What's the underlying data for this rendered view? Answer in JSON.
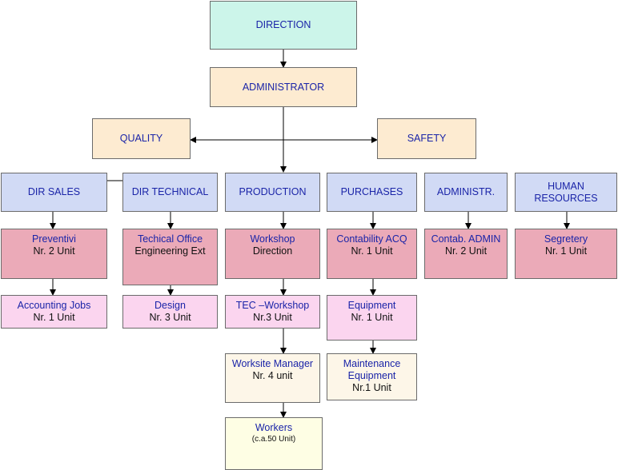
{
  "direction": {
    "label": "DIRECTION"
  },
  "administrator": {
    "label": "ADMINISTRATOR"
  },
  "quality": {
    "label": "QUALITY"
  },
  "safety": {
    "label": "SAFETY"
  },
  "departments": [
    {
      "label": "DIR SALES"
    },
    {
      "label": "DIR TECHNICAL"
    },
    {
      "label": "PRODUCTION"
    },
    {
      "label": "PURCHASES"
    },
    {
      "label": "ADMINISTR."
    },
    {
      "label": "HUMAN RESOURCES"
    }
  ],
  "units_level1": [
    {
      "title": "Preventivi",
      "detail": "Nr. 2 Unit"
    },
    {
      "title": "Techical Office",
      "detail": "Engineering Ext"
    },
    {
      "title": "Workshop",
      "detail": "Direction"
    },
    {
      "title": "Contability ACQ",
      "detail": "Nr. 1 Unit"
    },
    {
      "title": "Contab. ADMIN",
      "detail": "Nr. 2 Unit"
    },
    {
      "title": "Segretery",
      "detail": "Nr. 1 Unit"
    }
  ],
  "units_level2": [
    {
      "title": "Accounting Jobs",
      "detail": "Nr. 1 Unit"
    },
    {
      "title": "Design",
      "detail": "Nr. 3 Unit"
    },
    {
      "title": "TEC –Workshop",
      "detail": "Nr.3 Unit"
    },
    {
      "title": "Equipment",
      "detail": "Nr. 1 Unit"
    }
  ],
  "worksite_manager": {
    "title": "Worksite Manager",
    "detail": "Nr. 4 unit"
  },
  "maintenance": {
    "title": "Maintenance Equipment",
    "detail": "Nr.1 Unit"
  },
  "workers": {
    "title": "Workers",
    "detail": "(c.a.50 Unit)"
  }
}
